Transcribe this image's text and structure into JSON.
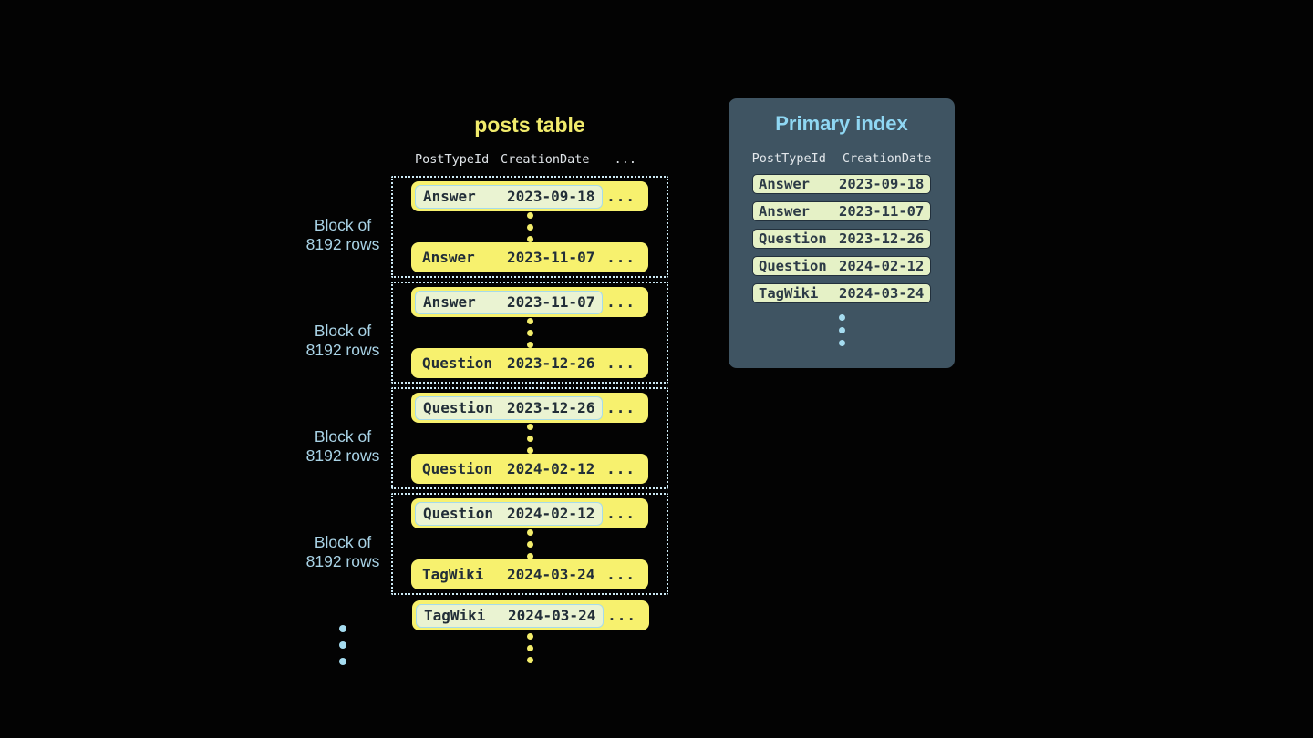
{
  "posts_table": {
    "title": "posts table",
    "columns": {
      "col1": "PostTypeId",
      "col2": "CreationDate",
      "col3": "..."
    },
    "block_label": {
      "line1": "Block of",
      "line2": "8192 rows"
    },
    "ellipsis": "...",
    "blocks": [
      {
        "first_row": {
          "post_type": "Answer",
          "creation_date": "2023-09-18"
        },
        "last_row": {
          "post_type": "Answer",
          "creation_date": "2023-11-07"
        }
      },
      {
        "first_row": {
          "post_type": "Answer",
          "creation_date": "2023-11-07"
        },
        "last_row": {
          "post_type": "Question",
          "creation_date": "2023-12-26"
        }
      },
      {
        "first_row": {
          "post_type": "Question",
          "creation_date": "2023-12-26"
        },
        "last_row": {
          "post_type": "Question",
          "creation_date": "2024-02-12"
        }
      },
      {
        "first_row": {
          "post_type": "Question",
          "creation_date": "2024-02-12"
        },
        "last_row": {
          "post_type": "TagWiki",
          "creation_date": "2024-03-24"
        }
      }
    ],
    "overflow_row": {
      "post_type": "TagWiki",
      "creation_date": "2024-03-24"
    }
  },
  "primary_index": {
    "title": "Primary index",
    "columns": {
      "col1": "PostTypeId",
      "col2": "CreationDate"
    },
    "rows": [
      {
        "post_type": "Answer",
        "creation_date": "2023-09-18"
      },
      {
        "post_type": "Answer",
        "creation_date": "2023-11-07"
      },
      {
        "post_type": "Question",
        "creation_date": "2023-12-26"
      },
      {
        "post_type": "Question",
        "creation_date": "2024-02-12"
      },
      {
        "post_type": "TagWiki",
        "creation_date": "2024-03-24"
      }
    ]
  },
  "colors": {
    "background": "#030303",
    "yellow_row": "#f7f16e",
    "yellow_accent": "#f1eb6c",
    "row_text": "#222e38",
    "highlight_cell_bg": "#eaf3d2",
    "highlight_cell_border": "#a6dbeb",
    "block_border": "#cdeaf5",
    "label_blue": "#a9d3e6",
    "panel_bg": "#3f5462",
    "panel_title_blue": "#8fd7f3",
    "index_row_bg": "#e5f1c6",
    "index_row_border": "#22303c",
    "header_text": "#dfe4e8",
    "blue_dot": "#a5dcf0"
  }
}
